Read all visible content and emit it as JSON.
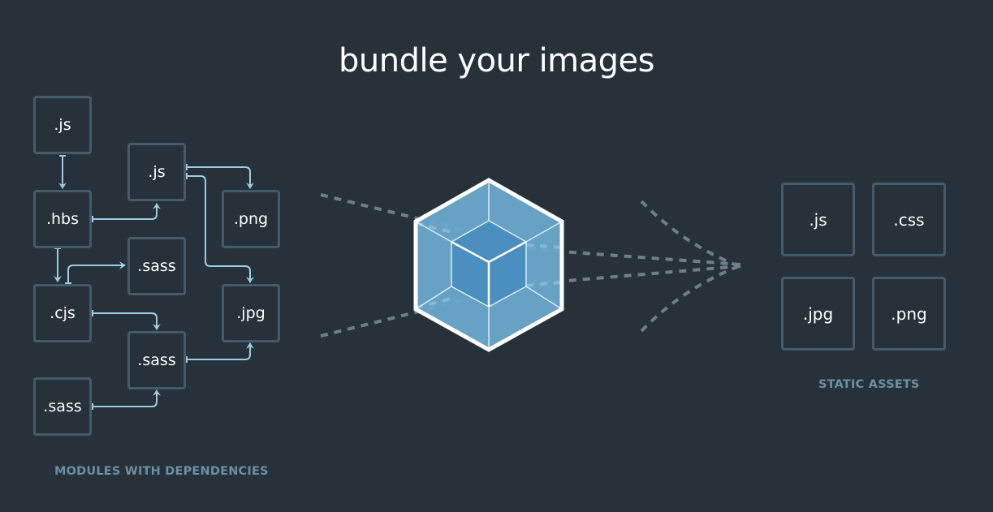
{
  "title": "bundle your images",
  "modules": {
    "caption": "MODULES WITH DEPENDENCIES",
    "items": [
      {
        "id": "js-1",
        "label": ".js"
      },
      {
        "id": "hbs",
        "label": ".hbs"
      },
      {
        "id": "cjs",
        "label": ".cjs"
      },
      {
        "id": "sass-3",
        "label": ".sass"
      },
      {
        "id": "js-2",
        "label": ".js"
      },
      {
        "id": "sass-1",
        "label": ".sass"
      },
      {
        "id": "sass-2",
        "label": ".sass"
      },
      {
        "id": "png",
        "label": ".png"
      },
      {
        "id": "jpg",
        "label": ".jpg"
      }
    ],
    "dependencies": [
      {
        "from": ".js",
        "to": ".hbs"
      },
      {
        "from": ".hbs",
        "to": ".js"
      },
      {
        "from": ".hbs",
        "to": ".cjs"
      },
      {
        "from": ".js",
        "to": ".png"
      },
      {
        "from": ".js",
        "to": ".jpg"
      },
      {
        "from": ".cjs",
        "to": ".sass"
      },
      {
        "from": ".cjs",
        "to": ".sass"
      },
      {
        "from": ".sass",
        "to": ".jpg"
      },
      {
        "from": ".sass",
        "to": ".sass"
      }
    ]
  },
  "bundler": {
    "icon": "webpack-cube-icon"
  },
  "assets": {
    "caption": "STATIC ASSETS",
    "items": [
      {
        "id": "out-js",
        "label": ".js"
      },
      {
        "id": "out-css",
        "label": ".css"
      },
      {
        "id": "out-jpg",
        "label": ".jpg"
      },
      {
        "id": "out-png",
        "label": ".png"
      }
    ]
  },
  "colors": {
    "background": "#263139",
    "box_border": "#465b69",
    "arrow": "#9dcde3",
    "dash": "#6f7f88",
    "cube_outer": "#6aa9cb",
    "cube_inner": "#4a8fc0",
    "caption": "#6f8ea4"
  }
}
